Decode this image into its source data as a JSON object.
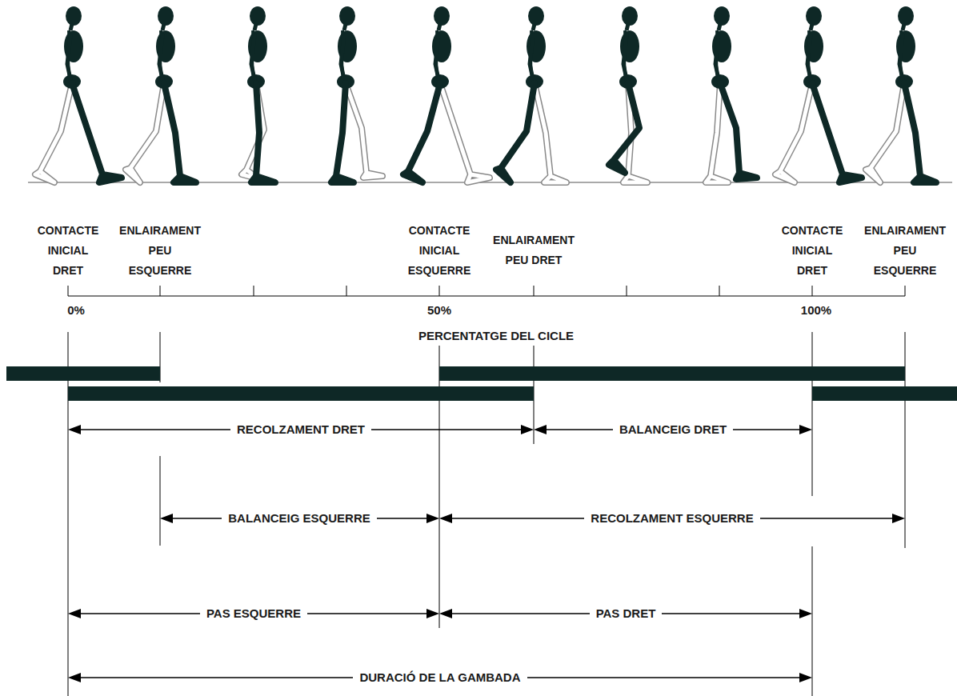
{
  "diagram": {
    "labels": [
      "CONTACTE INICIAL DRET",
      "ENLAIRAMENT PEU ESQUERRE",
      "CONTACTE INICIAL ESQUERRE",
      "ENLAIRAMENT PEU DRET",
      "CONTACTE INICIAL DRET",
      "ENLAIRAMENT PEU ESQUERRE",
      "0%",
      "50%",
      "100%",
      "PERCENTATGE DEL CICLE",
      "RECOLZAMENT DRET",
      "BALANCEIG DRET",
      "BALANCEIG ESQUERRE",
      "RECOLZAMENT ESQUERRE",
      "PAS ESQUERRE",
      "PAS DRET",
      "DURACIÓ DE LA GAMBADA"
    ]
  }
}
